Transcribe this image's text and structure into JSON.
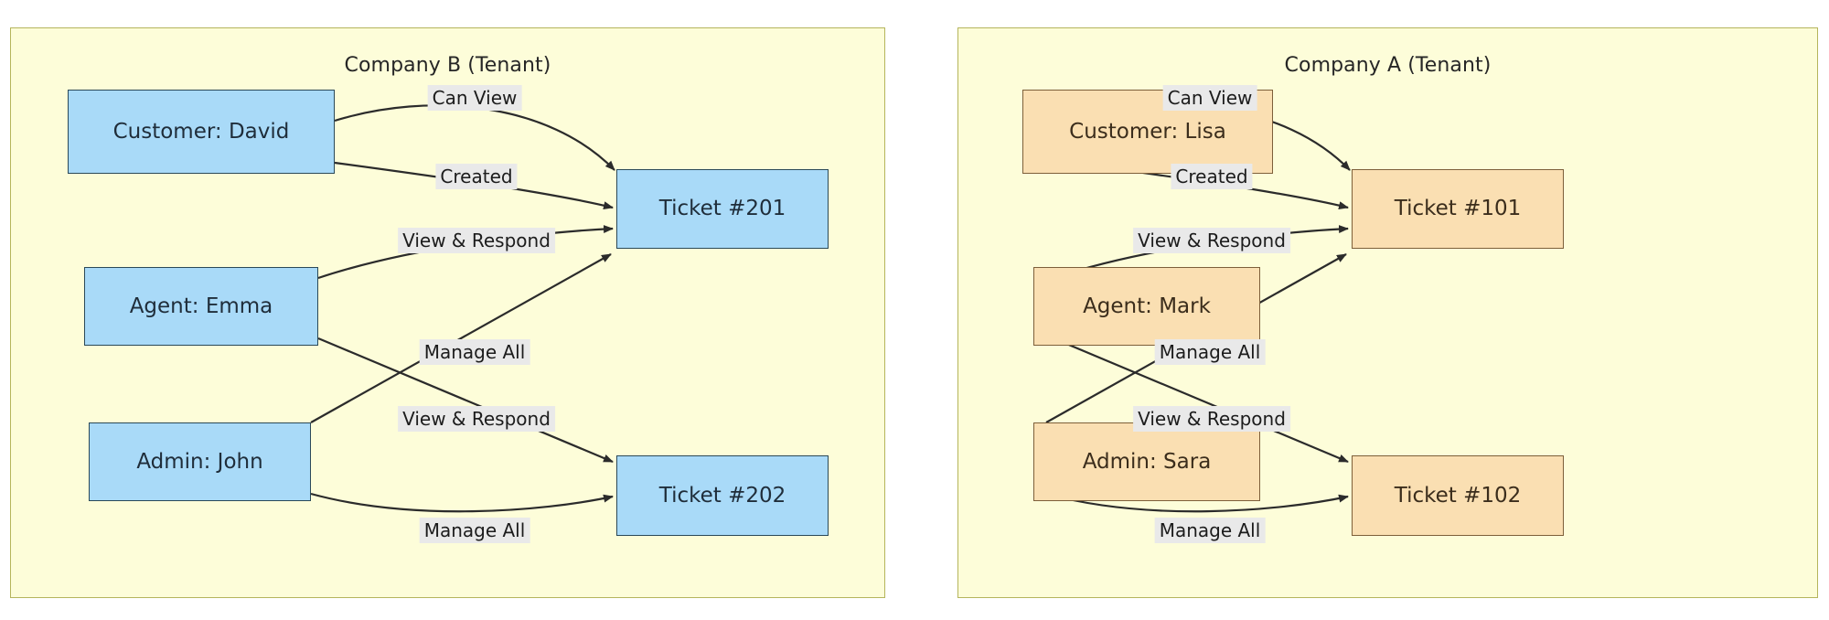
{
  "diagram": {
    "type": "multi-tenant-permission-diagram",
    "background": "#ffffff",
    "panel_fill": "#fdfdd9",
    "panel_border": "#b5b55c",
    "label_bg": "#e9e9e9",
    "edge_color": "#333333"
  },
  "panels": [
    {
      "id": "company-b",
      "title": "Company B (Tenant)",
      "accent_fill": "#a9daf8",
      "accent_border": "#2a4858",
      "nodes": [
        {
          "id": "b-customer",
          "label": "Customer: David",
          "role": "customer"
        },
        {
          "id": "b-agent",
          "label": "Agent: Emma",
          "role": "agent"
        },
        {
          "id": "b-admin",
          "label": "Admin: John",
          "role": "admin"
        },
        {
          "id": "b-ticket1",
          "label": "Ticket #201",
          "role": "ticket"
        },
        {
          "id": "b-ticket2",
          "label": "Ticket #202",
          "role": "ticket"
        }
      ],
      "edges": [
        {
          "from": "b-customer",
          "to": "b-ticket1",
          "label": "Can View"
        },
        {
          "from": "b-customer",
          "to": "b-ticket1",
          "label": "Created"
        },
        {
          "from": "b-agent",
          "to": "b-ticket1",
          "label": "View & Respond"
        },
        {
          "from": "b-admin",
          "to": "b-ticket1",
          "label": "Manage All"
        },
        {
          "from": "b-agent",
          "to": "b-ticket2",
          "label": "View & Respond"
        },
        {
          "from": "b-admin",
          "to": "b-ticket2",
          "label": "Manage All"
        }
      ]
    },
    {
      "id": "company-a",
      "title": "Company A (Tenant)",
      "accent_fill": "#fadfb2",
      "accent_border": "#7d5f3a",
      "nodes": [
        {
          "id": "a-customer",
          "label": "Customer: Lisa",
          "role": "customer"
        },
        {
          "id": "a-agent",
          "label": "Agent: Mark",
          "role": "agent"
        },
        {
          "id": "a-admin",
          "label": "Admin: Sara",
          "role": "admin"
        },
        {
          "id": "a-ticket1",
          "label": "Ticket #101",
          "role": "ticket"
        },
        {
          "id": "a-ticket2",
          "label": "Ticket #102",
          "role": "ticket"
        }
      ],
      "edges": [
        {
          "from": "a-customer",
          "to": "a-ticket1",
          "label": "Can View"
        },
        {
          "from": "a-customer",
          "to": "a-ticket1",
          "label": "Created"
        },
        {
          "from": "a-agent",
          "to": "a-ticket1",
          "label": "View & Respond"
        },
        {
          "from": "a-admin",
          "to": "a-ticket1",
          "label": "Manage All"
        },
        {
          "from": "a-agent",
          "to": "a-ticket2",
          "label": "View & Respond"
        },
        {
          "from": "a-admin",
          "to": "a-ticket2",
          "label": "Manage All"
        }
      ]
    }
  ]
}
